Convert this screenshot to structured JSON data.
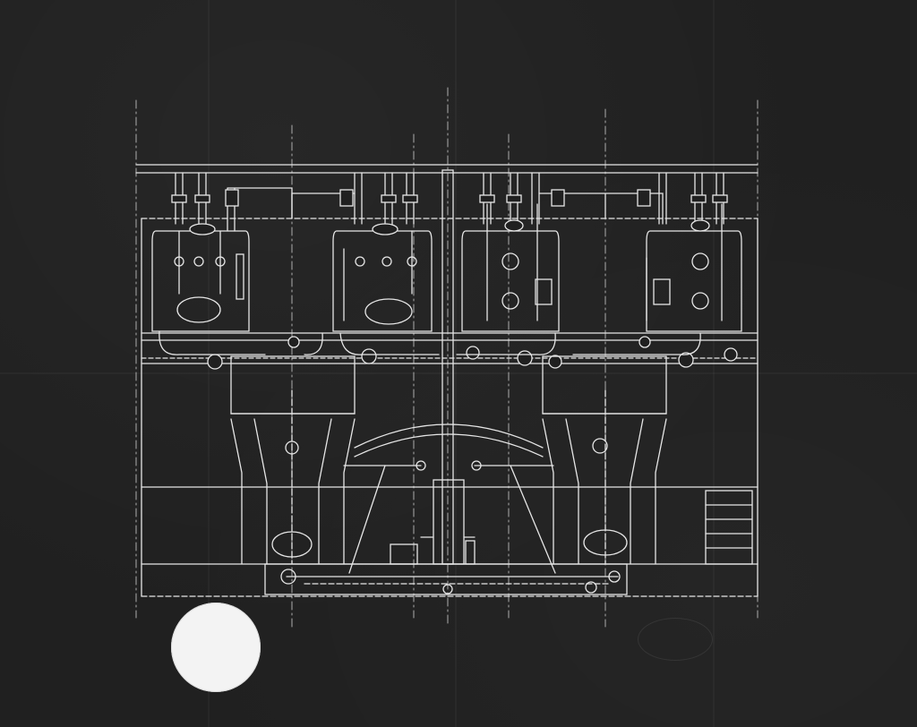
{
  "drawing": {
    "style": "white-line blueprint negative on black paper",
    "colors": {
      "paper": "#202020",
      "line": "#e8e8e8",
      "hole": "#f3f3f3"
    },
    "upper_vessel_count": 4,
    "lower_tank_count": 2,
    "ground_staircase_steps": 5
  }
}
